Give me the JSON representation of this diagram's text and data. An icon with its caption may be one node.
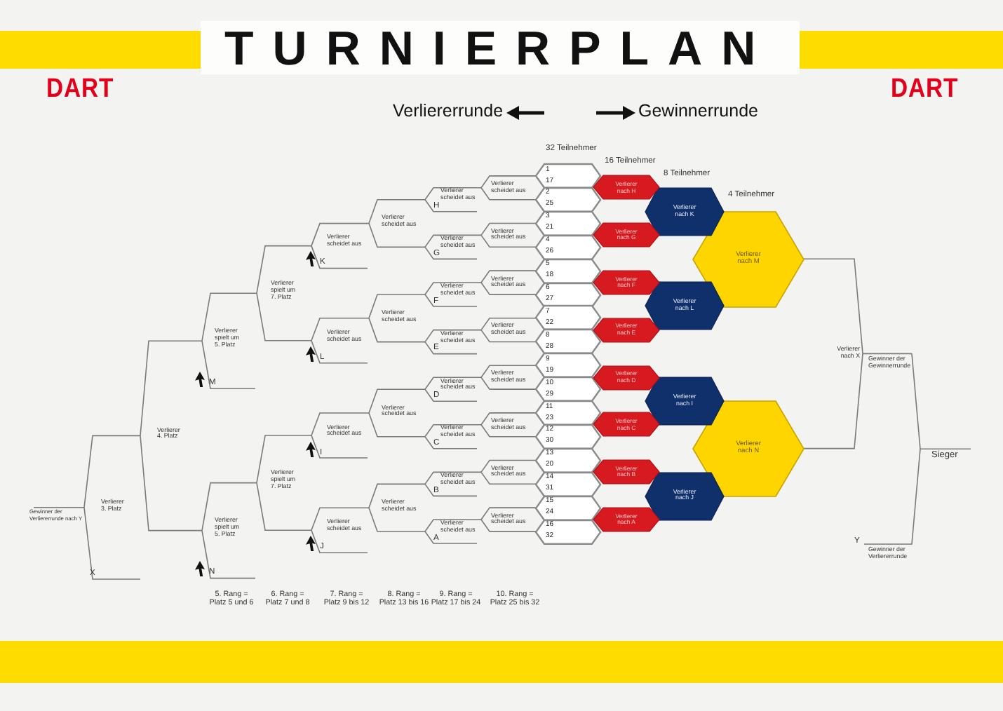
{
  "diagram": {
    "title": "TURNIERPLAN",
    "nodes": [
      {
        "text": [
          "1",
          "17"
        ]
      },
      {
        "text": [
          "2",
          "25"
        ]
      },
      {
        "text": [
          "3",
          "21"
        ]
      },
      {
        "text": [
          "4",
          "26"
        ]
      },
      {
        "text": [
          "5",
          "18"
        ]
      },
      {
        "text": [
          "6",
          "27"
        ]
      },
      {
        "text": [
          "7",
          "22"
        ]
      },
      {
        "text": [
          "8",
          "28"
        ]
      },
      {
        "text": [
          "9",
          "19"
        ]
      },
      {
        "text": [
          "10",
          "29"
        ]
      },
      {
        "text": [
          "11",
          "23"
        ]
      },
      {
        "text": [
          "12",
          "30"
        ]
      },
      {
        "text": [
          "13",
          "20"
        ]
      },
      {
        "text": [
          "14",
          "31"
        ]
      },
      {
        "text": [
          "15",
          "24"
        ]
      },
      {
        "text": [
          "16",
          "32"
        ]
      },
      {
        "text": [
          "Verlierer nach H"
        ]
      },
      {
        "text": [
          "Verlierer nach G"
        ]
      },
      {
        "text": [
          "Verlierer nach F"
        ]
      },
      {
        "text": [
          "Verlierer nach E"
        ]
      },
      {
        "text": [
          "Verlierer nach D"
        ]
      },
      {
        "text": [
          "Verlierer nach C"
        ]
      },
      {
        "text": [
          "Verlierer nach B"
        ]
      },
      {
        "text": [
          "Verlierer nach A"
        ]
      },
      {
        "text": [
          "Verlierer nach K"
        ]
      },
      {
        "text": [
          "Verlierer nach L"
        ]
      },
      {
        "text": [
          "Verlierer nach I"
        ]
      },
      {
        "text": [
          "Verlierer nach J"
        ]
      },
      {
        "text": [
          "Verlierer nach M"
        ]
      },
      {
        "text": [
          "Verlierer nach N"
        ]
      }
    ],
    "labels": [
      "DART",
      "DART",
      "Verliererrunde",
      "Gewinnerrunde",
      "32 Teilnehmer",
      "16 Teilnehmer",
      "8 Teilnehmer",
      "4 Teilnehmer",
      "Verlierer scheidet aus",
      "Verlierer scheidet aus",
      "Verlierer scheidet aus",
      "Verlierer scheidet aus",
      "Verlierer scheidet aus",
      "Verlierer scheidet aus",
      "Verlierer scheidet aus",
      "Verlierer scheidet aus",
      "Verlierer scheidet aus",
      "Verlierer scheidet aus",
      "Verlierer scheidet aus",
      "Verlierer scheidet aus",
      "Verlierer scheidet aus",
      "Verlierer scheidet aus",
      "Verlierer scheidet aus",
      "Verlierer scheidet aus",
      "H",
      "G",
      "F",
      "E",
      "D",
      "C",
      "B",
      "A",
      "Verlierer scheidet aus",
      "Verlierer scheidet aus",
      "Verlierer scheidet aus",
      "Verlierer scheidet aus",
      "Verlierer scheidet aus",
      "Verlierer scheidet aus",
      "Verlierer scheidet aus",
      "Verlierer scheidet aus",
      "K",
      "L",
      "I",
      "J",
      "Verlierer spielt um 7. Platz",
      "Verlierer spielt um 7. Platz",
      "Verlierer spielt um 5. Platz",
      "Verlierer spielt um 5. Platz",
      "M",
      "N",
      "Verlierer 4. Platz",
      "Verlierer 3. Platz",
      "X",
      "Gewinner der Verliererrunde nach Y",
      "Verlierer nach X",
      "Gewinner der Gewinnerrunde",
      "Y",
      "Gewinner der Verliererrunde",
      "Sieger",
      "5. Rang = Platz 5 und 6",
      "6. Rang = Platz 7 und 8",
      "7. Rang = Platz 9 bis 12",
      "8. Rang = Platz 13 bis 16",
      "9. Rang = Platz 17 bis 24",
      "10. Rang = Platz 25 bis 32"
    ]
  }
}
